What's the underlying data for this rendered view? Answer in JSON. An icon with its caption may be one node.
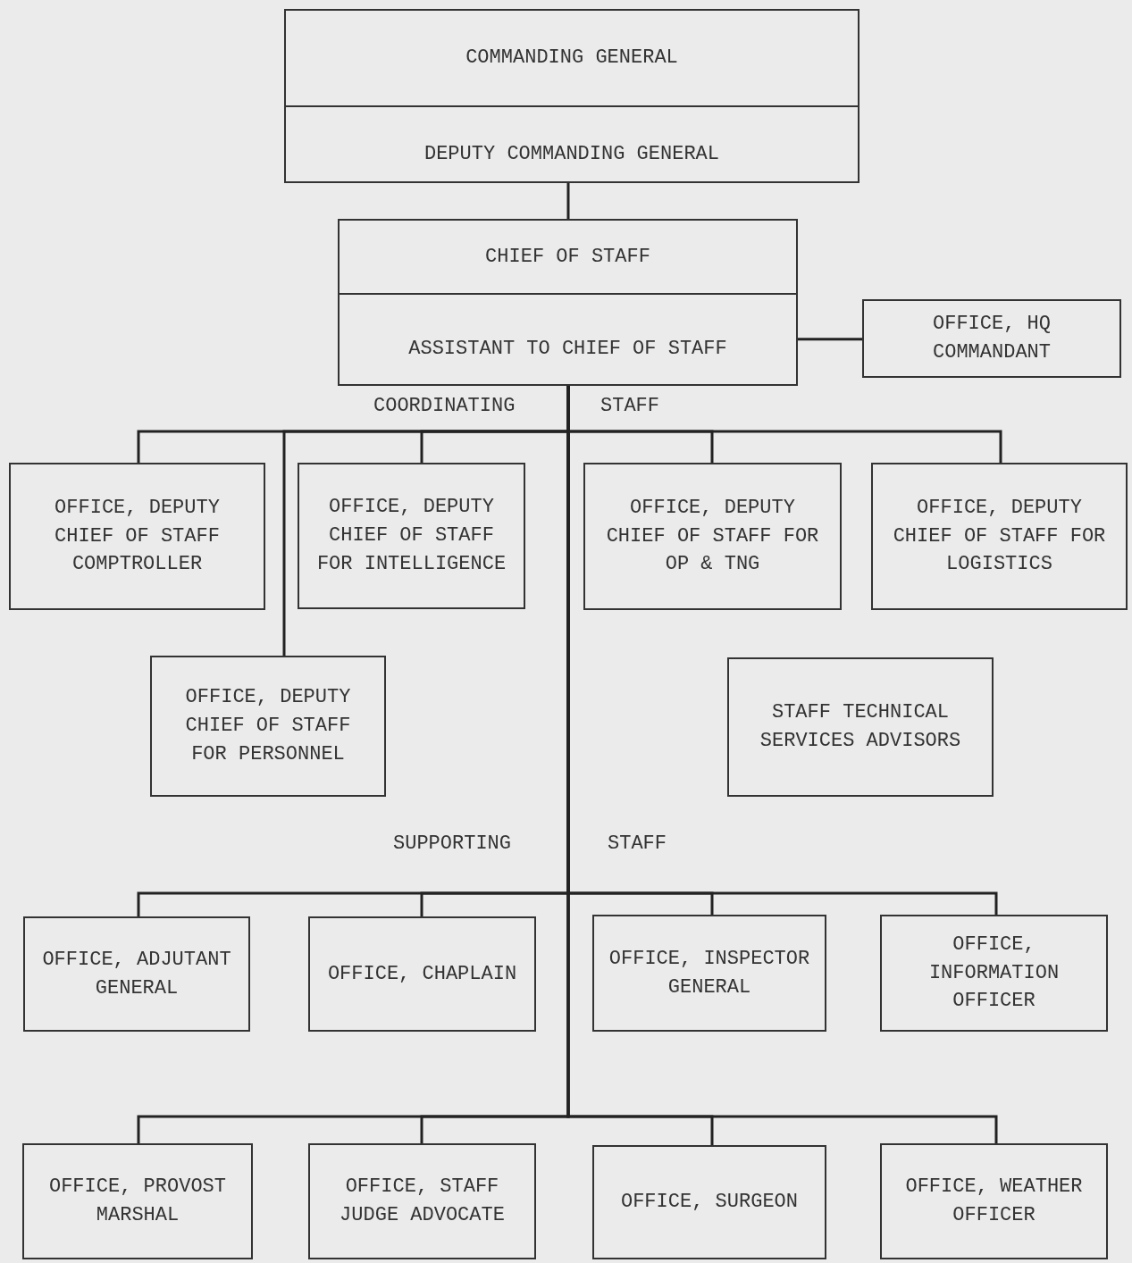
{
  "diagram": {
    "nodes": [
      {
        "text": [
          "COMMANDING GENERAL",
          "DEPUTY COMMANDING GENERAL"
        ]
      },
      {
        "text": [
          "CHIEF OF STAFF",
          "ASSISTANT TO CHIEF OF STAFF"
        ]
      },
      {
        "text": [
          "OFFICE, HQ COMMANDANT"
        ]
      },
      {
        "text": [
          "OFFICE, DEPUTY CHIEF OF STAFF COMPTROLLER"
        ]
      },
      {
        "text": [
          "OFFICE, DEPUTY CHIEF OF STAFF FOR INTELLIGENCE"
        ]
      },
      {
        "text": [
          "OFFICE, DEPUTY CHIEF OF STAFF FOR OP & TNG"
        ]
      },
      {
        "text": [
          "OFFICE, DEPUTY CHIEF OF STAFF FOR LOGISTICS"
        ]
      },
      {
        "text": [
          "OFFICE, DEPUTY CHIEF OF STAFF FOR PERSONNEL"
        ]
      },
      {
        "text": [
          "STAFF TECHNICAL SERVICES ADVISORS"
        ]
      },
      {
        "text": [
          "OFFICE, ADJUTANT GENERAL"
        ]
      },
      {
        "text": [
          "OFFICE, CHAPLAIN"
        ]
      },
      {
        "text": [
          "OFFICE, INSPECTOR GENERAL"
        ]
      },
      {
        "text": [
          "OFFICE, INFORMATION OFFICER"
        ]
      },
      {
        "text": [
          "OFFICE, PROVOST MARSHAL"
        ]
      },
      {
        "text": [
          "OFFICE, STAFF JUDGE ADVOCATE"
        ]
      },
      {
        "text": [
          "OFFICE, SURGEON"
        ]
      },
      {
        "text": [
          "OFFICE, WEATHER OFFICER"
        ]
      }
    ],
    "edges": [
      {
        "from": 0,
        "to": 1,
        "arrow": "none"
      },
      {
        "from": 1,
        "to": 2,
        "arrow": "none"
      },
      {
        "from": 1,
        "to": 3,
        "arrow": "none"
      },
      {
        "from": 1,
        "to": 4,
        "arrow": "none"
      },
      {
        "from": 1,
        "to": 5,
        "arrow": "none"
      },
      {
        "from": 1,
        "to": 6,
        "arrow": "none"
      },
      {
        "from": 1,
        "to": 7,
        "arrow": "none"
      },
      {
        "from": 1,
        "to": 9,
        "arrow": "none"
      },
      {
        "from": 1,
        "to": 10,
        "arrow": "none"
      },
      {
        "from": 1,
        "to": 11,
        "arrow": "none"
      },
      {
        "from": 1,
        "to": 12,
        "arrow": "none"
      },
      {
        "from": 1,
        "to": 13,
        "arrow": "none"
      },
      {
        "from": 1,
        "to": 14,
        "arrow": "none"
      },
      {
        "from": 1,
        "to": 15,
        "arrow": "none"
      },
      {
        "from": 1,
        "to": 16,
        "arrow": "none"
      }
    ],
    "labels": [
      "COORDINATING",
      "STAFF",
      "SUPPORTING",
      "STAFF"
    ]
  }
}
